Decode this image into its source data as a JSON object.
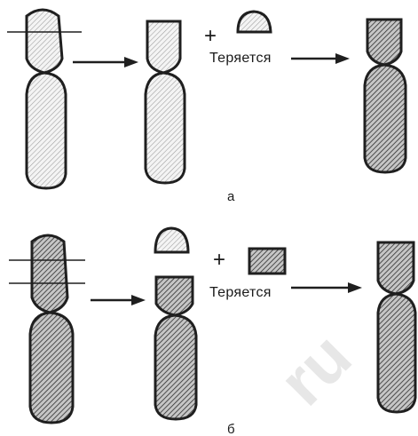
{
  "labels": {
    "lost_text": "Теряется",
    "panel_a": "а",
    "panel_b": "б",
    "plus": "+",
    "watermark": "ru"
  }
}
